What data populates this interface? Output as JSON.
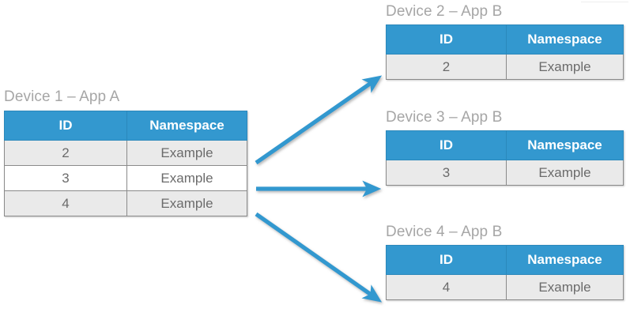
{
  "diagram": {
    "title_separator": "–",
    "accent_color": "#3398cf",
    "header_text_color": "#ffffff",
    "title_color": "#a6a6a6",
    "cell_text_color": "#6b6b6b",
    "row_shade_color": "#eaeaea",
    "arrow_color": "#3398cf"
  },
  "columns": {
    "id": "ID",
    "namespace": "Namespace"
  },
  "source": {
    "title": "Device 1 – App A",
    "device": "Device 1",
    "app": "App A",
    "headers": [
      "ID",
      "Namespace"
    ],
    "rows": [
      {
        "id": "2",
        "namespace": "Example"
      },
      {
        "id": "3",
        "namespace": "Example"
      },
      {
        "id": "4",
        "namespace": "Example"
      }
    ]
  },
  "targets": [
    {
      "title": "Device 2 – App B",
      "device": "Device 2",
      "app": "App B",
      "headers": [
        "ID",
        "Namespace"
      ],
      "rows": [
        {
          "id": "2",
          "namespace": "Example"
        }
      ]
    },
    {
      "title": "Device 3 – App B",
      "device": "Device 3",
      "app": "App B",
      "headers": [
        "ID",
        "Namespace"
      ],
      "rows": [
        {
          "id": "3",
          "namespace": "Example"
        }
      ]
    },
    {
      "title": "Device 4 – App B",
      "device": "Device 4",
      "app": "App B",
      "headers": [
        "ID",
        "Namespace"
      ],
      "rows": [
        {
          "id": "4",
          "namespace": "Example"
        }
      ]
    }
  ],
  "arrows": [
    {
      "name": "arrow-row-2-to-device-2",
      "from_row": "2",
      "to": "Device 2 – App B",
      "direction": "up-right"
    },
    {
      "name": "arrow-row-3-to-device-3",
      "from_row": "3",
      "to": "Device 3 – App B",
      "direction": "right"
    },
    {
      "name": "arrow-row-4-to-device-4",
      "from_row": "4",
      "to": "Device 4 – App B",
      "direction": "down-right"
    }
  ]
}
